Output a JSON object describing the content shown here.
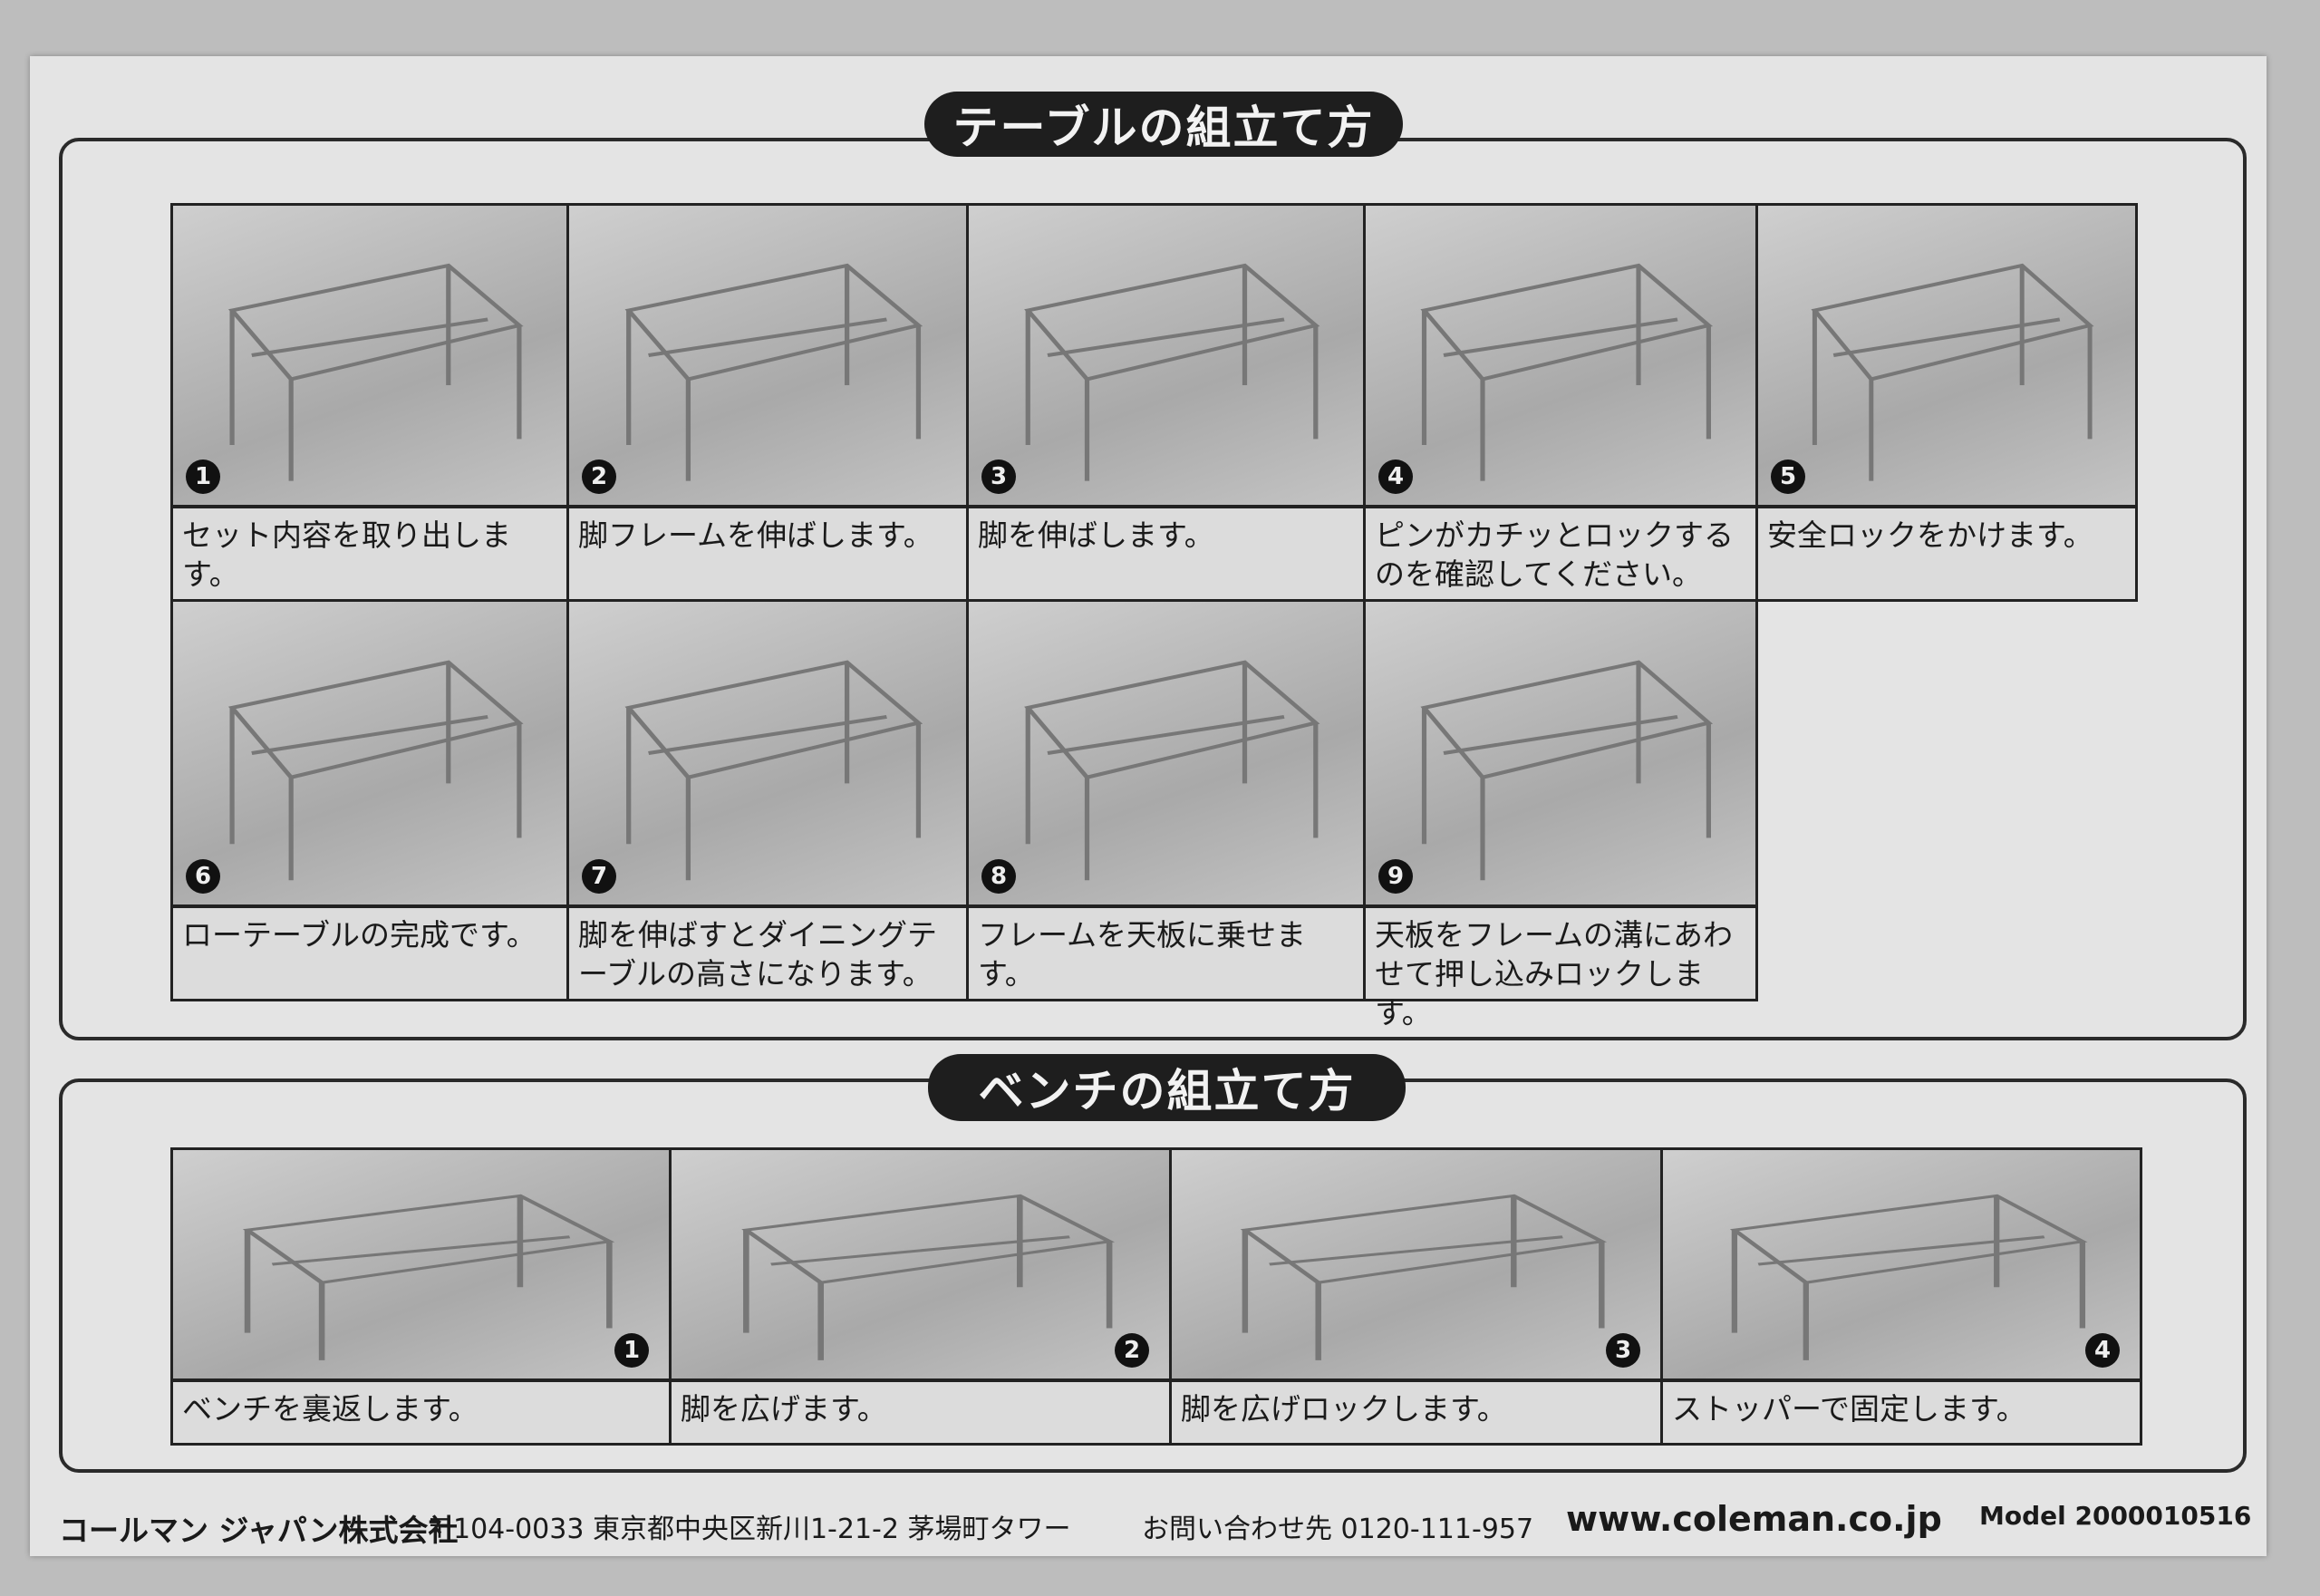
{
  "table_section": {
    "title": "テーブルの組立て方",
    "steps": [
      {
        "number": "1",
        "caption": "セット内容を取り出します。"
      },
      {
        "number": "2",
        "caption": "脚フレームを伸ばします。"
      },
      {
        "number": "3",
        "caption": "脚を伸ばします。"
      },
      {
        "number": "4",
        "caption": "ピンがカチッとロックするのを確認してください。"
      },
      {
        "number": "5",
        "caption": "安全ロックをかけます。"
      },
      {
        "number": "6",
        "caption": "ローテーブルの完成です。"
      },
      {
        "number": "7",
        "caption": "脚を伸ばすとダイニングテーブルの高さになります。"
      },
      {
        "number": "8",
        "caption": "フレームを天板に乗せます。"
      },
      {
        "number": "9",
        "caption": "天板をフレームの溝にあわせて押し込みロックします。"
      }
    ]
  },
  "bench_section": {
    "title": "ベンチの組立て方",
    "steps": [
      {
        "number": "1",
        "caption": "ベンチを裏返します。"
      },
      {
        "number": "2",
        "caption": "脚を広げます。"
      },
      {
        "number": "3",
        "caption": "脚を広げロックします。"
      },
      {
        "number": "4",
        "caption": "ストッパーで固定します。"
      }
    ]
  },
  "footer": {
    "company": "コールマン ジャパン株式会社",
    "address": "〒104-0033 東京都中央区新川1-21-2 茅場町タワー",
    "contact": "お問い合わせ先 0120-111-957",
    "website": "www.coleman.co.jp",
    "model": "Model 2000010516"
  }
}
